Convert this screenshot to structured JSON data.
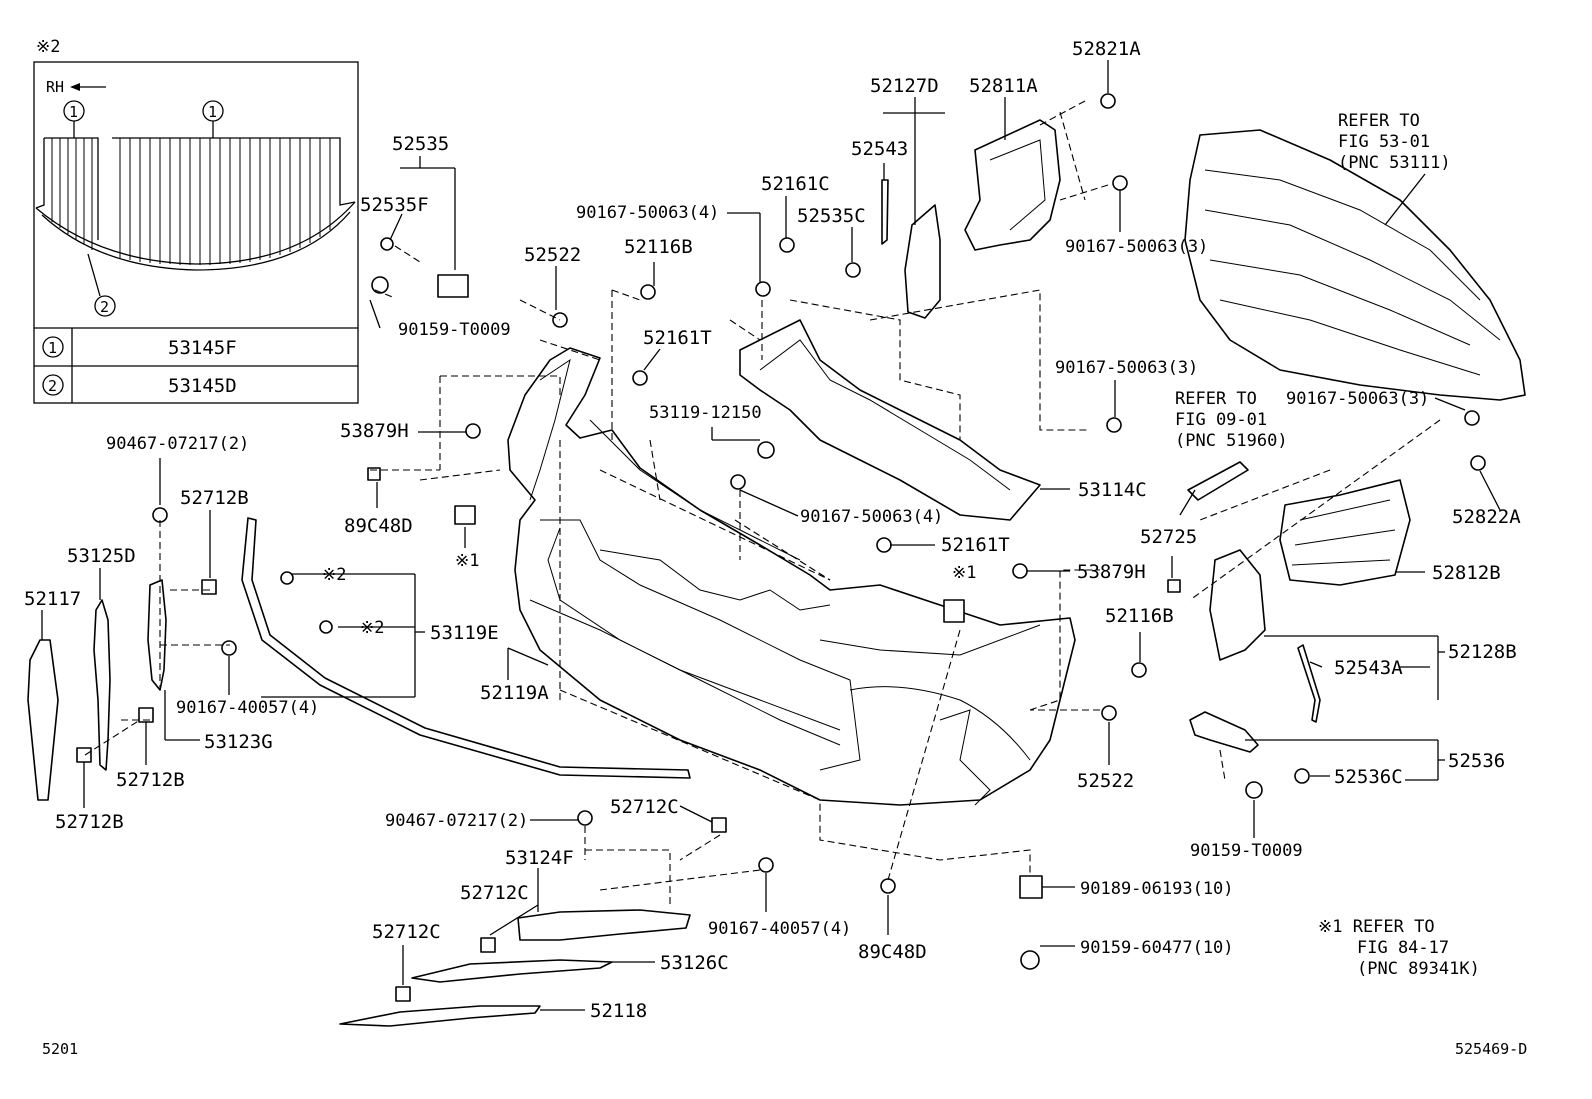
{
  "inset": {
    "note_mark": "※2",
    "direction_label": "RH",
    "callout_1": "1",
    "callout_2": "2",
    "rows": [
      {
        "num": "1",
        "part": "53145F"
      },
      {
        "num": "2",
        "part": "53145D"
      }
    ]
  },
  "parts": {
    "p52535": "52535",
    "p52535F": "52535F",
    "p90159T0009_a": "90159-T0009",
    "p52522_a": "52522",
    "p52116B_a": "52116B",
    "p52161C": "52161C",
    "p90167_50063_4_a": "90167-50063(4)",
    "p52127D": "52127D",
    "p52543": "52543",
    "p52535C": "52535C",
    "p52811A": "52811A",
    "p52821A": "52821A",
    "p90167_50063_3_a": "90167-50063(3)",
    "p52161T_a": "52161T",
    "p53119_12150": "53119-12150",
    "p53879H_a": "53879H",
    "p89C48D_a": "89C48D",
    "p90167_50063_4_b": "90167-50063(4)",
    "p53114C": "53114C",
    "p90167_50063_3_b": "90167-50063(3)",
    "p90167_50063_3_c": "90167-50063(3)",
    "p52822A": "52822A",
    "p52725": "52725",
    "p52812B": "52812B",
    "p52116B_b": "52116B",
    "p52543A": "52543A",
    "p52128B": "52128B",
    "p52536": "52536",
    "p52536C": "52536C",
    "p90159T0009_b": "90159-T0009",
    "p52522_b": "52522",
    "p52161T_b": "52161T",
    "p53879H_b": "53879H",
    "p90467_07217_2_a": "90467-07217(2)",
    "p52712B_a": "52712B",
    "p53125D": "53125D",
    "p52117": "52117",
    "p90167_40057_4_a": "90167-40057(4)",
    "p53123G": "53123G",
    "p52712B_b": "52712B",
    "p52712B_c": "52712B",
    "p53119E": "53119E",
    "p52119A": "52119A",
    "p90467_07217_2_b": "90467-07217(2)",
    "p52712C_a": "52712C",
    "p53124F": "53124F",
    "p52712C_b": "52712C",
    "p90167_40057_4_b": "90167-40057(4)",
    "p52712C_c": "52712C",
    "p53126C": "53126C",
    "p52118": "52118",
    "p89C48D_b": "89C48D",
    "p90189_06193_10": "90189-06193(10)",
    "p90159_60477_10": "90159-60477(10)"
  },
  "notes": {
    "mark_x1_a": "※1",
    "mark_x1_b": "※1",
    "mark_x2_a": "※2",
    "mark_x2_b": "※2",
    "refer_grille_1": "REFER TO",
    "refer_grille_2": "FIG 53-01",
    "refer_grille_3": "(PNC 53111)",
    "refer_hook_1": "REFER TO",
    "refer_hook_2": "FIG 09-01",
    "refer_hook_3": "(PNC 51960)",
    "footnote_1": "※1 REFER TO",
    "footnote_2": "FIG 84-17",
    "footnote_3": "(PNC 89341K)"
  },
  "footer": {
    "page_code": "5201",
    "illustration_id": "525469-D"
  }
}
